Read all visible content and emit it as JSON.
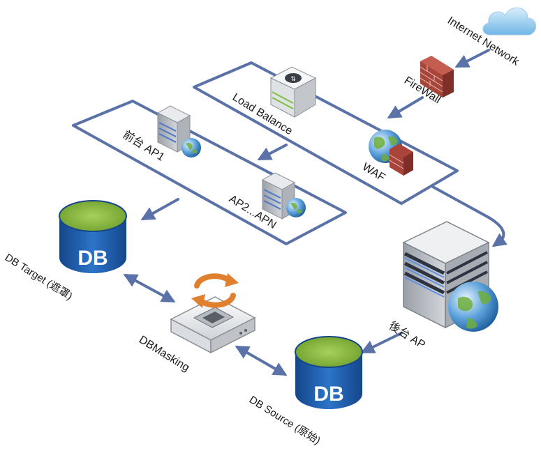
{
  "diagram": {
    "nodes": {
      "internet": {
        "label": "Internet Network",
        "icon": "cloud-icon"
      },
      "firewall": {
        "label": "FireWall",
        "icon": "brick-wall-icon"
      },
      "waf": {
        "label": "WAF",
        "icon": "globe-firewall-icon"
      },
      "load_balance": {
        "label": "Load Balance",
        "icon": "load-balancer-icon"
      },
      "ap1": {
        "label": "前台 AP1",
        "icon": "server-globe-icon"
      },
      "apn": {
        "label": "AP2...APN",
        "icon": "server-globe-icon"
      },
      "backend_ap": {
        "label": "後台 AP",
        "icon": "large-server-globe-icon"
      },
      "db_target": {
        "label": "DB Target (遮罩)",
        "icon": "database-icon",
        "badge": "DB"
      },
      "db_source": {
        "label": "DB Source (原始)",
        "icon": "database-icon",
        "badge": "DB"
      },
      "dbmasking": {
        "label": "DBMasking",
        "icon": "masking-appliance-icon"
      }
    },
    "colors": {
      "connector": "#5a72a8",
      "db_top": "#8ebf3f",
      "db_body": "#1e5fb0",
      "sync_arrows": "#e07f2e",
      "brick": "#a8443a"
    }
  }
}
